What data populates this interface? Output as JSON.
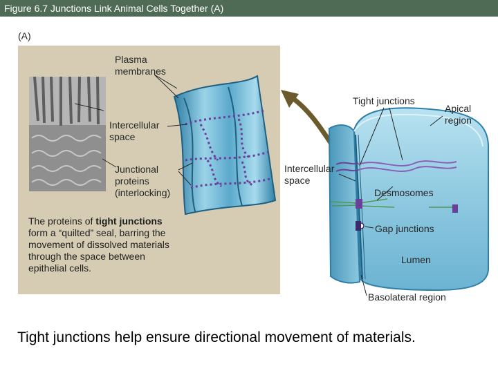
{
  "header": {
    "title": "Figure 6.7  Junctions Link Animal Cells Together (A)"
  },
  "panel": {
    "letter": "(A)"
  },
  "labels": {
    "plasma": [
      "Plasma",
      "membranes"
    ],
    "intercellular_left": [
      "Intercellular",
      "space"
    ],
    "junctional": [
      "Junctional",
      "proteins",
      "(interlocking)"
    ],
    "tight_junctions": "Tight junctions",
    "apical": [
      "Apical",
      "region"
    ],
    "intercellular_right": [
      "Intercellular",
      "space"
    ],
    "desmosomes": "Desmosomes",
    "gap_junctions": "Gap junctions",
    "lumen": "Lumen",
    "basolateral": "Basolateral region"
  },
  "description": {
    "part1": "The proteins of ",
    "bold1": "tight junctions",
    "part2": " form a “quilted” seal, barring the movement of dissolved materials through the space between epithelial cells."
  },
  "caption": {
    "term": "Tight junctions",
    "rest": " help ensure directional movement of materials."
  },
  "colors": {
    "header_bg": "#4f6b56",
    "panel_bg": "#d5ccb3",
    "cell_blue": "#8ec9e0",
    "cell_dark": "#3f8fb3",
    "protein": "#6a3f9a",
    "arrow": "#6b5a2c"
  }
}
